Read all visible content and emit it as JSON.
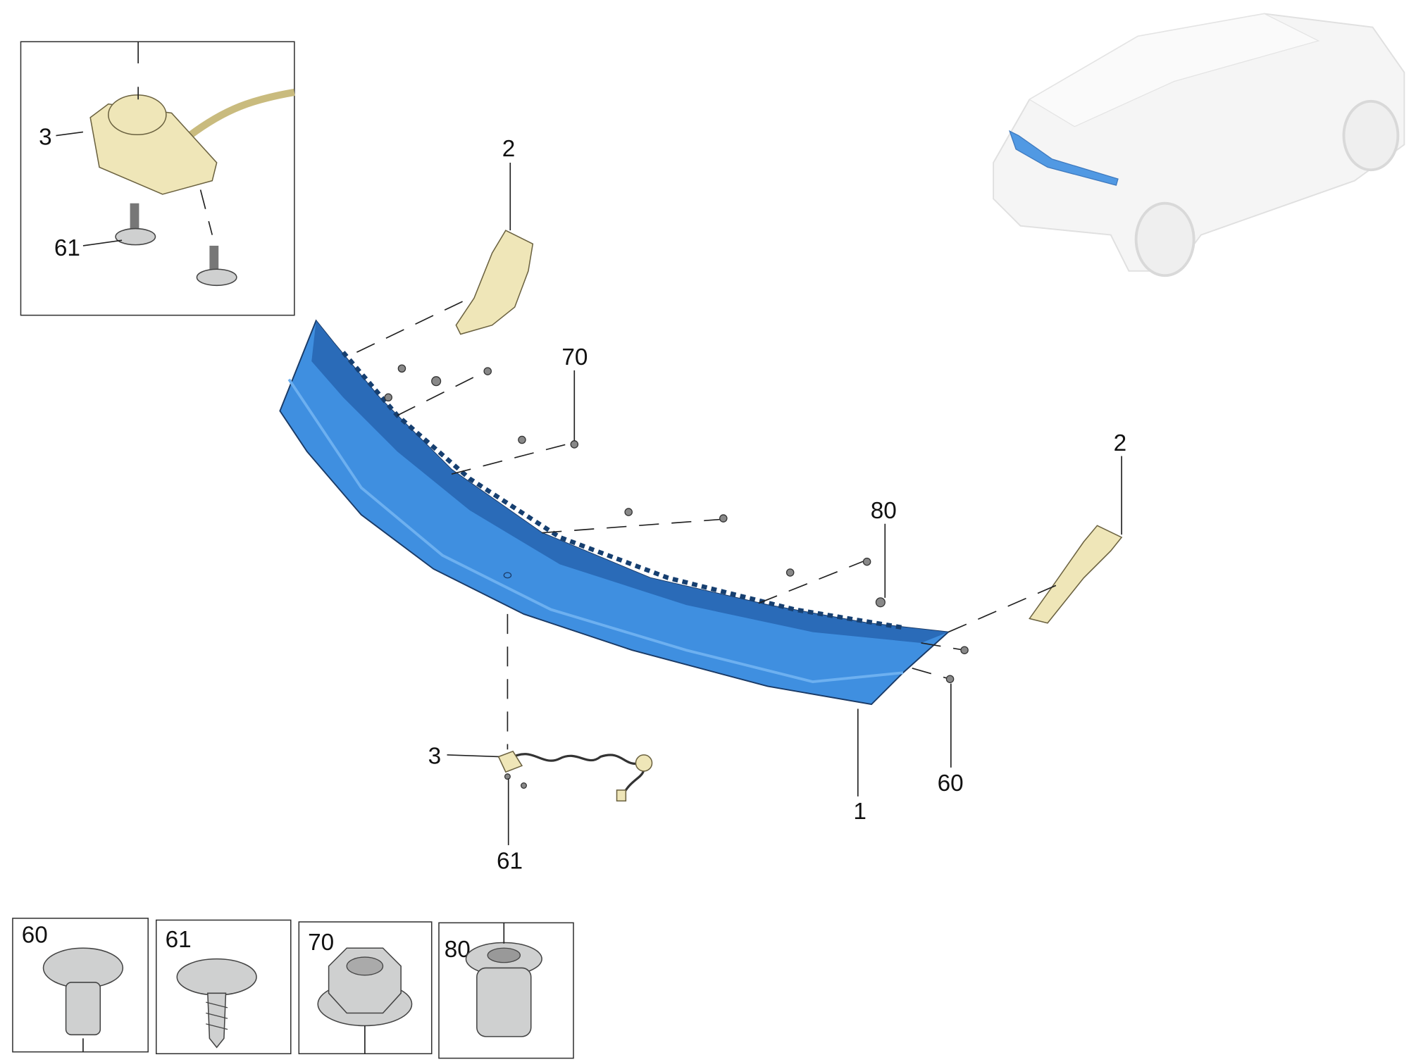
{
  "diagram": {
    "callouts": {
      "inset_sensor": "3",
      "inset_screw": "61",
      "cover_left": "2",
      "nut_70": "70",
      "cover_right": "2",
      "insert_80": "80",
      "screw_60": "60",
      "bumper_trim": "1",
      "sensor": "3",
      "sensor_screw": "61"
    },
    "fastener_boxes": [
      {
        "label": "60"
      },
      {
        "label": "61"
      },
      {
        "label": "70"
      },
      {
        "label": "80"
      }
    ],
    "colors": {
      "part_highlight": "#3f8fe0",
      "part_dark": "#2a6bb8",
      "cover_beige": "#efe6b8"
    }
  }
}
